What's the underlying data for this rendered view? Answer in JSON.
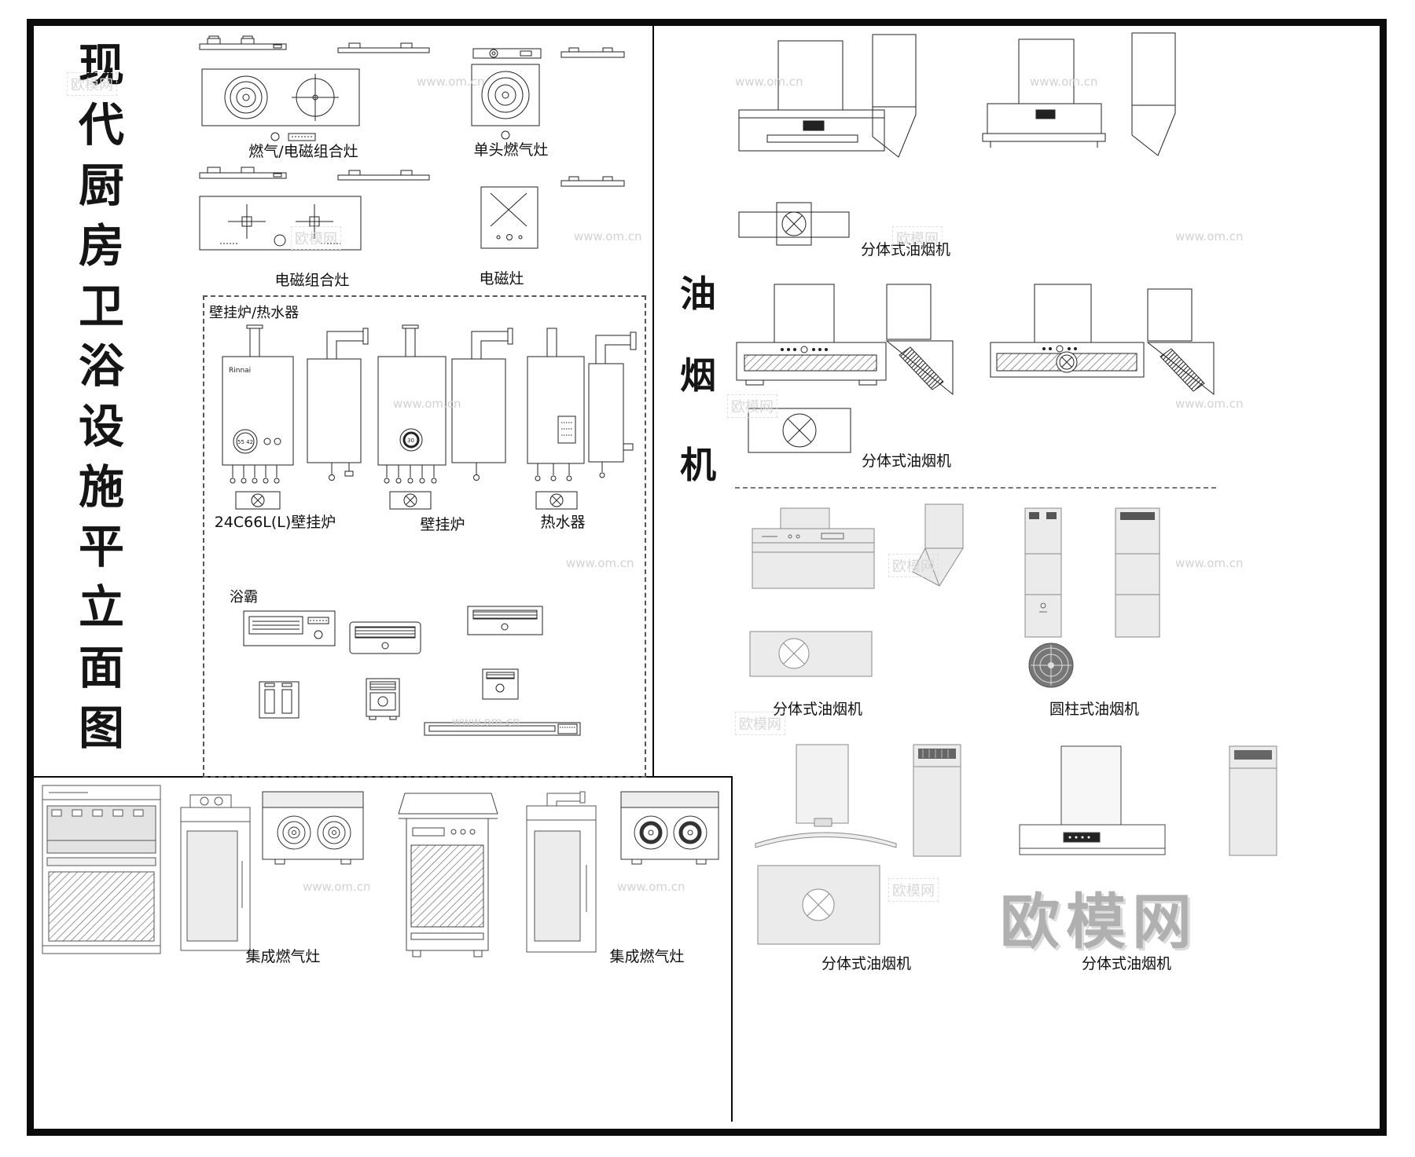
{
  "page": {
    "title_chars": [
      "现",
      "代",
      "厨",
      "房",
      "卫",
      "浴",
      "设",
      "施",
      "平",
      "立",
      "面",
      "图"
    ]
  },
  "stoves": {
    "gas_induction_combo_label": "燃气/电磁组合灶",
    "single_gas_label": "单头燃气灶",
    "induction_combo_label": "电磁组合灶",
    "induction_label": "电磁灶"
  },
  "boilers": {
    "section_label": "壁挂炉/热水器",
    "brand": "Rinnai",
    "display_left": "55 42",
    "display_mid": "30",
    "label_24c66l": "24C66L(L)壁挂炉",
    "label_boiler": "壁挂炉",
    "label_water_heater": "热水器",
    "bath_heater_label": "浴霸"
  },
  "integrated": {
    "label_left": "集成燃气灶",
    "label_right": "集成燃气灶"
  },
  "hoods": {
    "vertical_chars": [
      "油",
      "烟",
      "机"
    ],
    "label_top": "分体式油烟机",
    "label_middle": "分体式油烟机",
    "label_gray_left": "分体式油烟机",
    "label_gray_right": "圆柱式油烟机",
    "label_bottom_left": "分体式油烟机",
    "label_bottom_right": "分体式油烟机"
  },
  "watermark": {
    "site": "www.om.cn",
    "logo": "欧模网"
  }
}
